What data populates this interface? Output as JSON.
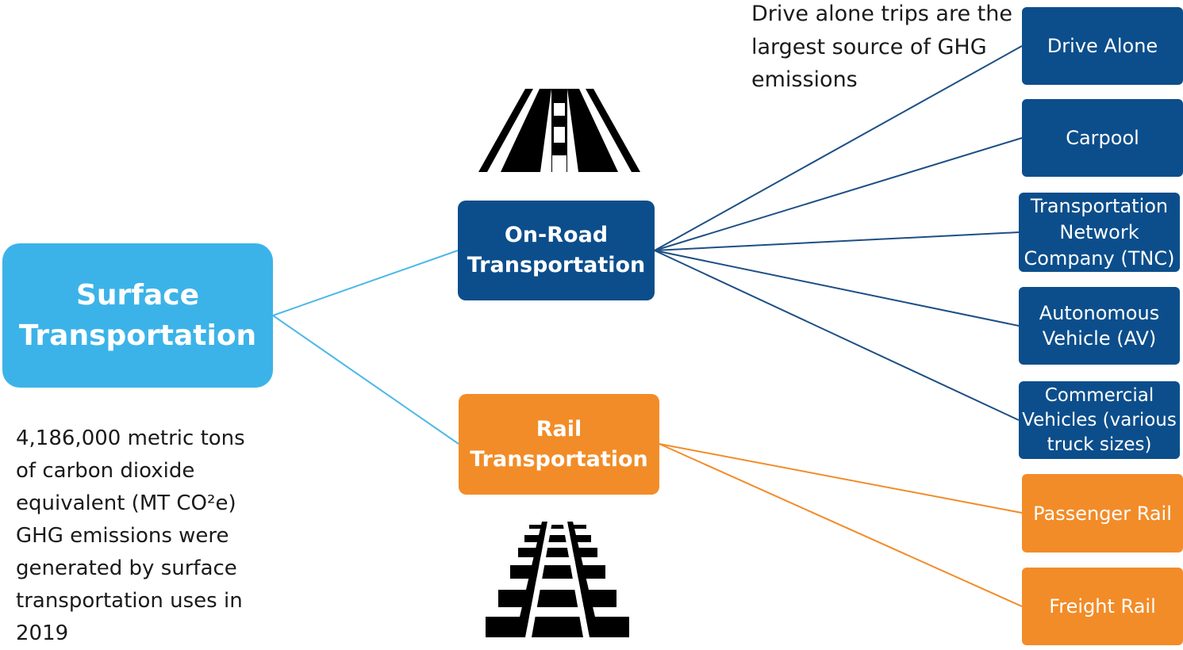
{
  "colors": {
    "root": "#3cb3e8",
    "on_road": "#0c4e8b",
    "rail": "#f28c28",
    "root_connector": "#4db8e8",
    "on_road_connector": "#1d4f85",
    "rail_connector": "#f28c28",
    "text": "#1a1a1a"
  },
  "root": {
    "label": "Surface\nTransportation"
  },
  "on_road": {
    "label": "On-Road\nTransportation",
    "icon": "road-icon",
    "leaves": [
      {
        "label": "Drive Alone"
      },
      {
        "label": "Carpool"
      },
      {
        "label": "Transportation\nNetwork\nCompany (TNC)"
      },
      {
        "label": "Autonomous\nVehicle (AV)"
      },
      {
        "label": "Commercial\nVehicles (various\ntruck sizes)"
      }
    ]
  },
  "rail": {
    "label": "Rail\nTransportation",
    "icon": "railway-track-icon",
    "leaves": [
      {
        "label": "Passenger Rail"
      },
      {
        "label": "Freight Rail"
      }
    ]
  },
  "callout": "Drive alone trips are the\nlargest source of GHG\nemissions",
  "stats_note": "4,186,000 metric tons\nof carbon dioxide\nequivalent (MT CO²e)\nGHG emissions were\ngenerated by surface\ntransportation uses in\n2019"
}
